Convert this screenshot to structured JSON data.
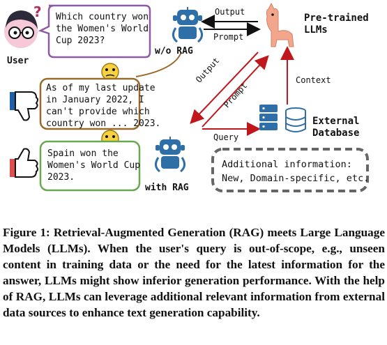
{
  "labels": {
    "user": "User",
    "wo_rag": "w/o RAG",
    "with_rag": "with RAG",
    "pretrained_llms": "Pre-trained\nLLMs",
    "external_db": "External\nDatabase",
    "output_top": "Output",
    "prompt_top": "Prompt",
    "output_diag": "Output",
    "prompt_diag": "Prompt",
    "context": "Context",
    "query": "Query"
  },
  "bubbles": {
    "question": "Which country won\nthe Women's World\nCup 2023?",
    "no_rag_answer": "As of my last update\nin January 2022, I\ncan't provide which\ncountry won ... 2023.",
    "rag_answer": "Spain won the\nWomen's World Cup\n2023.",
    "additional_info": "Additional information:\nNew, Domain-specific, etc."
  },
  "colors": {
    "question_border": "#8e5aa8",
    "no_rag_border": "#9a6a2a",
    "rag_border": "#6aa84f",
    "red_arrow": "#c0171c",
    "thumbs_down_cuff": "#1f5fa8",
    "thumbs_up_cuff": "#e04c4c",
    "robot": "#2f6fa8",
    "llama": "#f2a68c"
  },
  "caption": "Figure 1: Retrieval-Augmented Generation (RAG) meets Large Language Models (LLMs). When the user's query is out-of-scope, e.g., unseen content in training data or the need for the latest information for the answer, LLMs might show inferior generation performance. With the help of RAG, LLMs can leverage additional relevant information from external data sources to enhance text generation capability."
}
